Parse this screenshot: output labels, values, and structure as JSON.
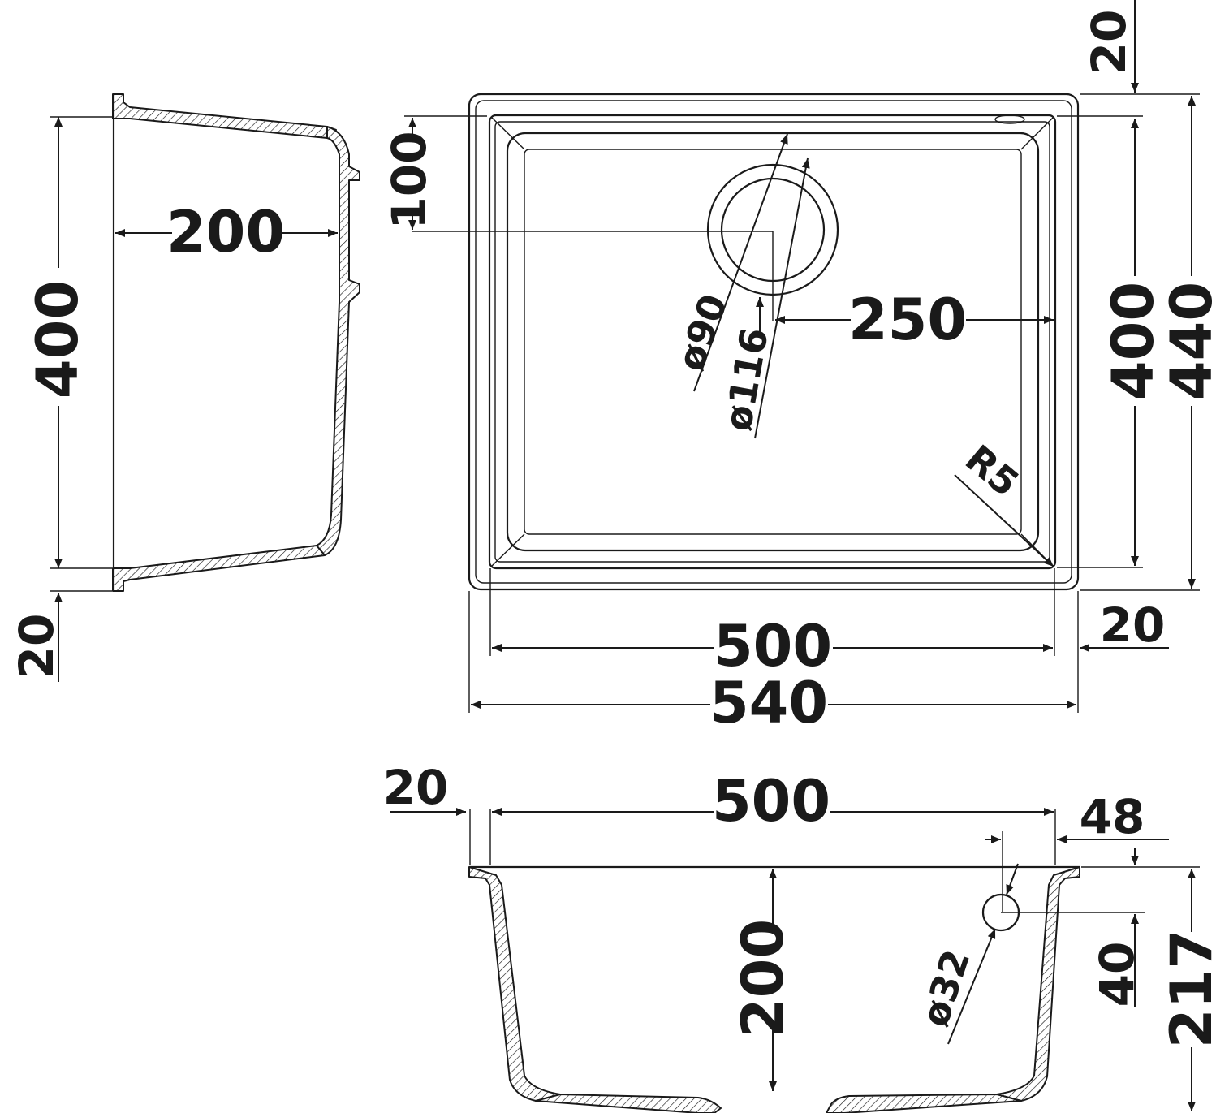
{
  "colors": {
    "stroke": "#1a1a1a",
    "background": "#ffffff"
  },
  "side_view": {
    "width": "200",
    "height": "400",
    "rim": "20"
  },
  "top_view": {
    "drain_offset": "100",
    "drain_inner_dia": "ø90",
    "drain_outer_dia": "ø116",
    "drain_center": "250",
    "radius": "R5",
    "inner_length": "400",
    "outer_length": "440",
    "inner_width": "500",
    "outer_width": "540",
    "rim_top": "20",
    "rim_right": "20"
  },
  "front_view": {
    "rim": "20",
    "inner_width": "500",
    "overflow_offset": "48",
    "overflow_dia": "ø32",
    "overflow_height": "40",
    "depth": "200",
    "total_depth": "217"
  }
}
